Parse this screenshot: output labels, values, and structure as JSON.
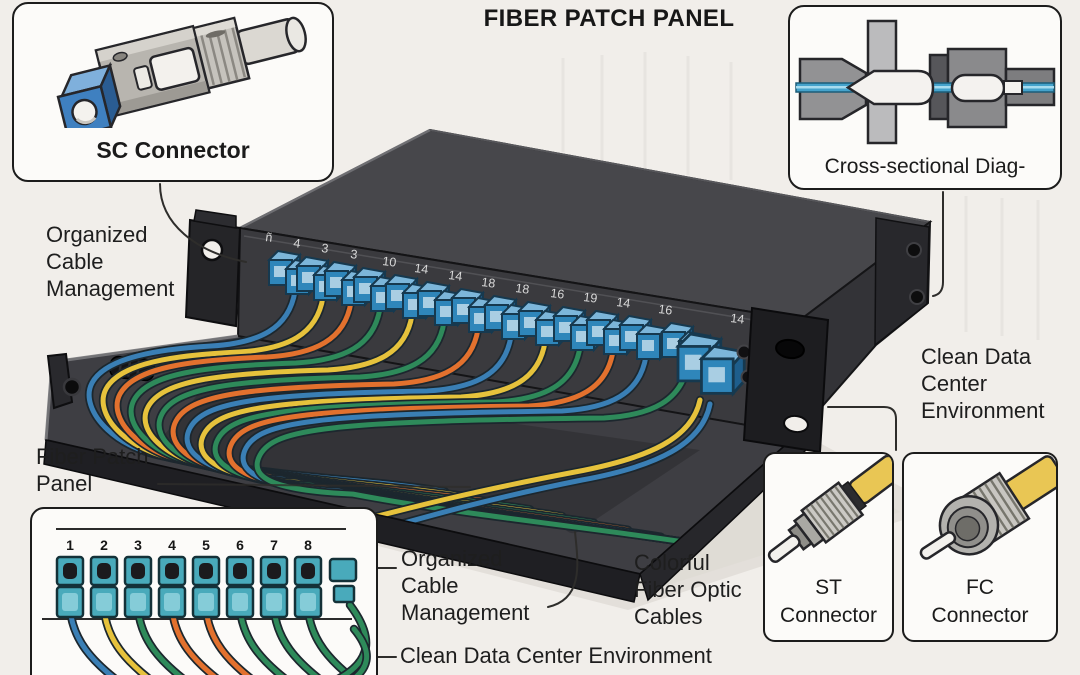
{
  "title": "FIBER PATCH PANEL",
  "colors": {
    "background": "#f1eeea",
    "chassis_dark": "#3a3a3e",
    "chassis_top": "#47474b",
    "connector_blue": "#2f86ba",
    "inset_teal": "#49aabb",
    "fiber_blue": "#45a3cc",
    "boot_yellow": "#e9c654",
    "cable_blue": "#3a7fb5",
    "cable_yellow": "#e6c23c",
    "cable_orange": "#e2712e",
    "cable_green": "#2e8a5a"
  },
  "insets": {
    "sc": {
      "label": "SC Connector"
    },
    "cross_section": {
      "label": "Cross-sectional Diag-"
    },
    "st": {
      "label_line1": "ST",
      "label_line2": "Connector"
    },
    "fc": {
      "label_line1": "FC",
      "label_line2": "Connector"
    },
    "port_detail": {
      "port_numbers": [
        "1",
        "2",
        "3",
        "4",
        "5",
        "6",
        "7",
        "8"
      ],
      "cable_colors": [
        "#3a7fb5",
        "#e6c23c",
        "#2e8a5a",
        "#e2712e",
        "#e2712e",
        "#2e8a5a",
        "#2e8a5a",
        "#2e8a5a"
      ]
    }
  },
  "callouts": {
    "organized_top": [
      "Organized",
      "Cable",
      "Management"
    ],
    "fiber_patch_panel": [
      "Fiber Patch",
      "Panel"
    ],
    "organized_bottom": [
      "Organized",
      "Cable",
      "Management"
    ],
    "colorful": [
      "Colorful",
      "Fiber Optic",
      "Cables"
    ],
    "clean_right": [
      "Clean Data",
      "Center",
      "Environment"
    ],
    "clean_bottom": "Clean Data Center Environment"
  },
  "panel": {
    "port_numbers": [
      "ñ",
      "4",
      "3",
      "3",
      "10",
      "14",
      "14",
      "18",
      "18",
      "16",
      "19",
      "14",
      "16",
      "14"
    ],
    "cable_colors": [
      "#3a7fb5",
      "#e6c23c",
      "#e2712e",
      "#2e8a5a",
      "#e6c23c",
      "#2e8a5a",
      "#e2712e",
      "#3a7fb5",
      "#e6c23c",
      "#2e8a5a",
      "#e2712e",
      "#3a7fb5",
      "#2e8a5a"
    ],
    "pigtail_colors": [
      "#e6c23c",
      "#3a7fb5"
    ]
  }
}
